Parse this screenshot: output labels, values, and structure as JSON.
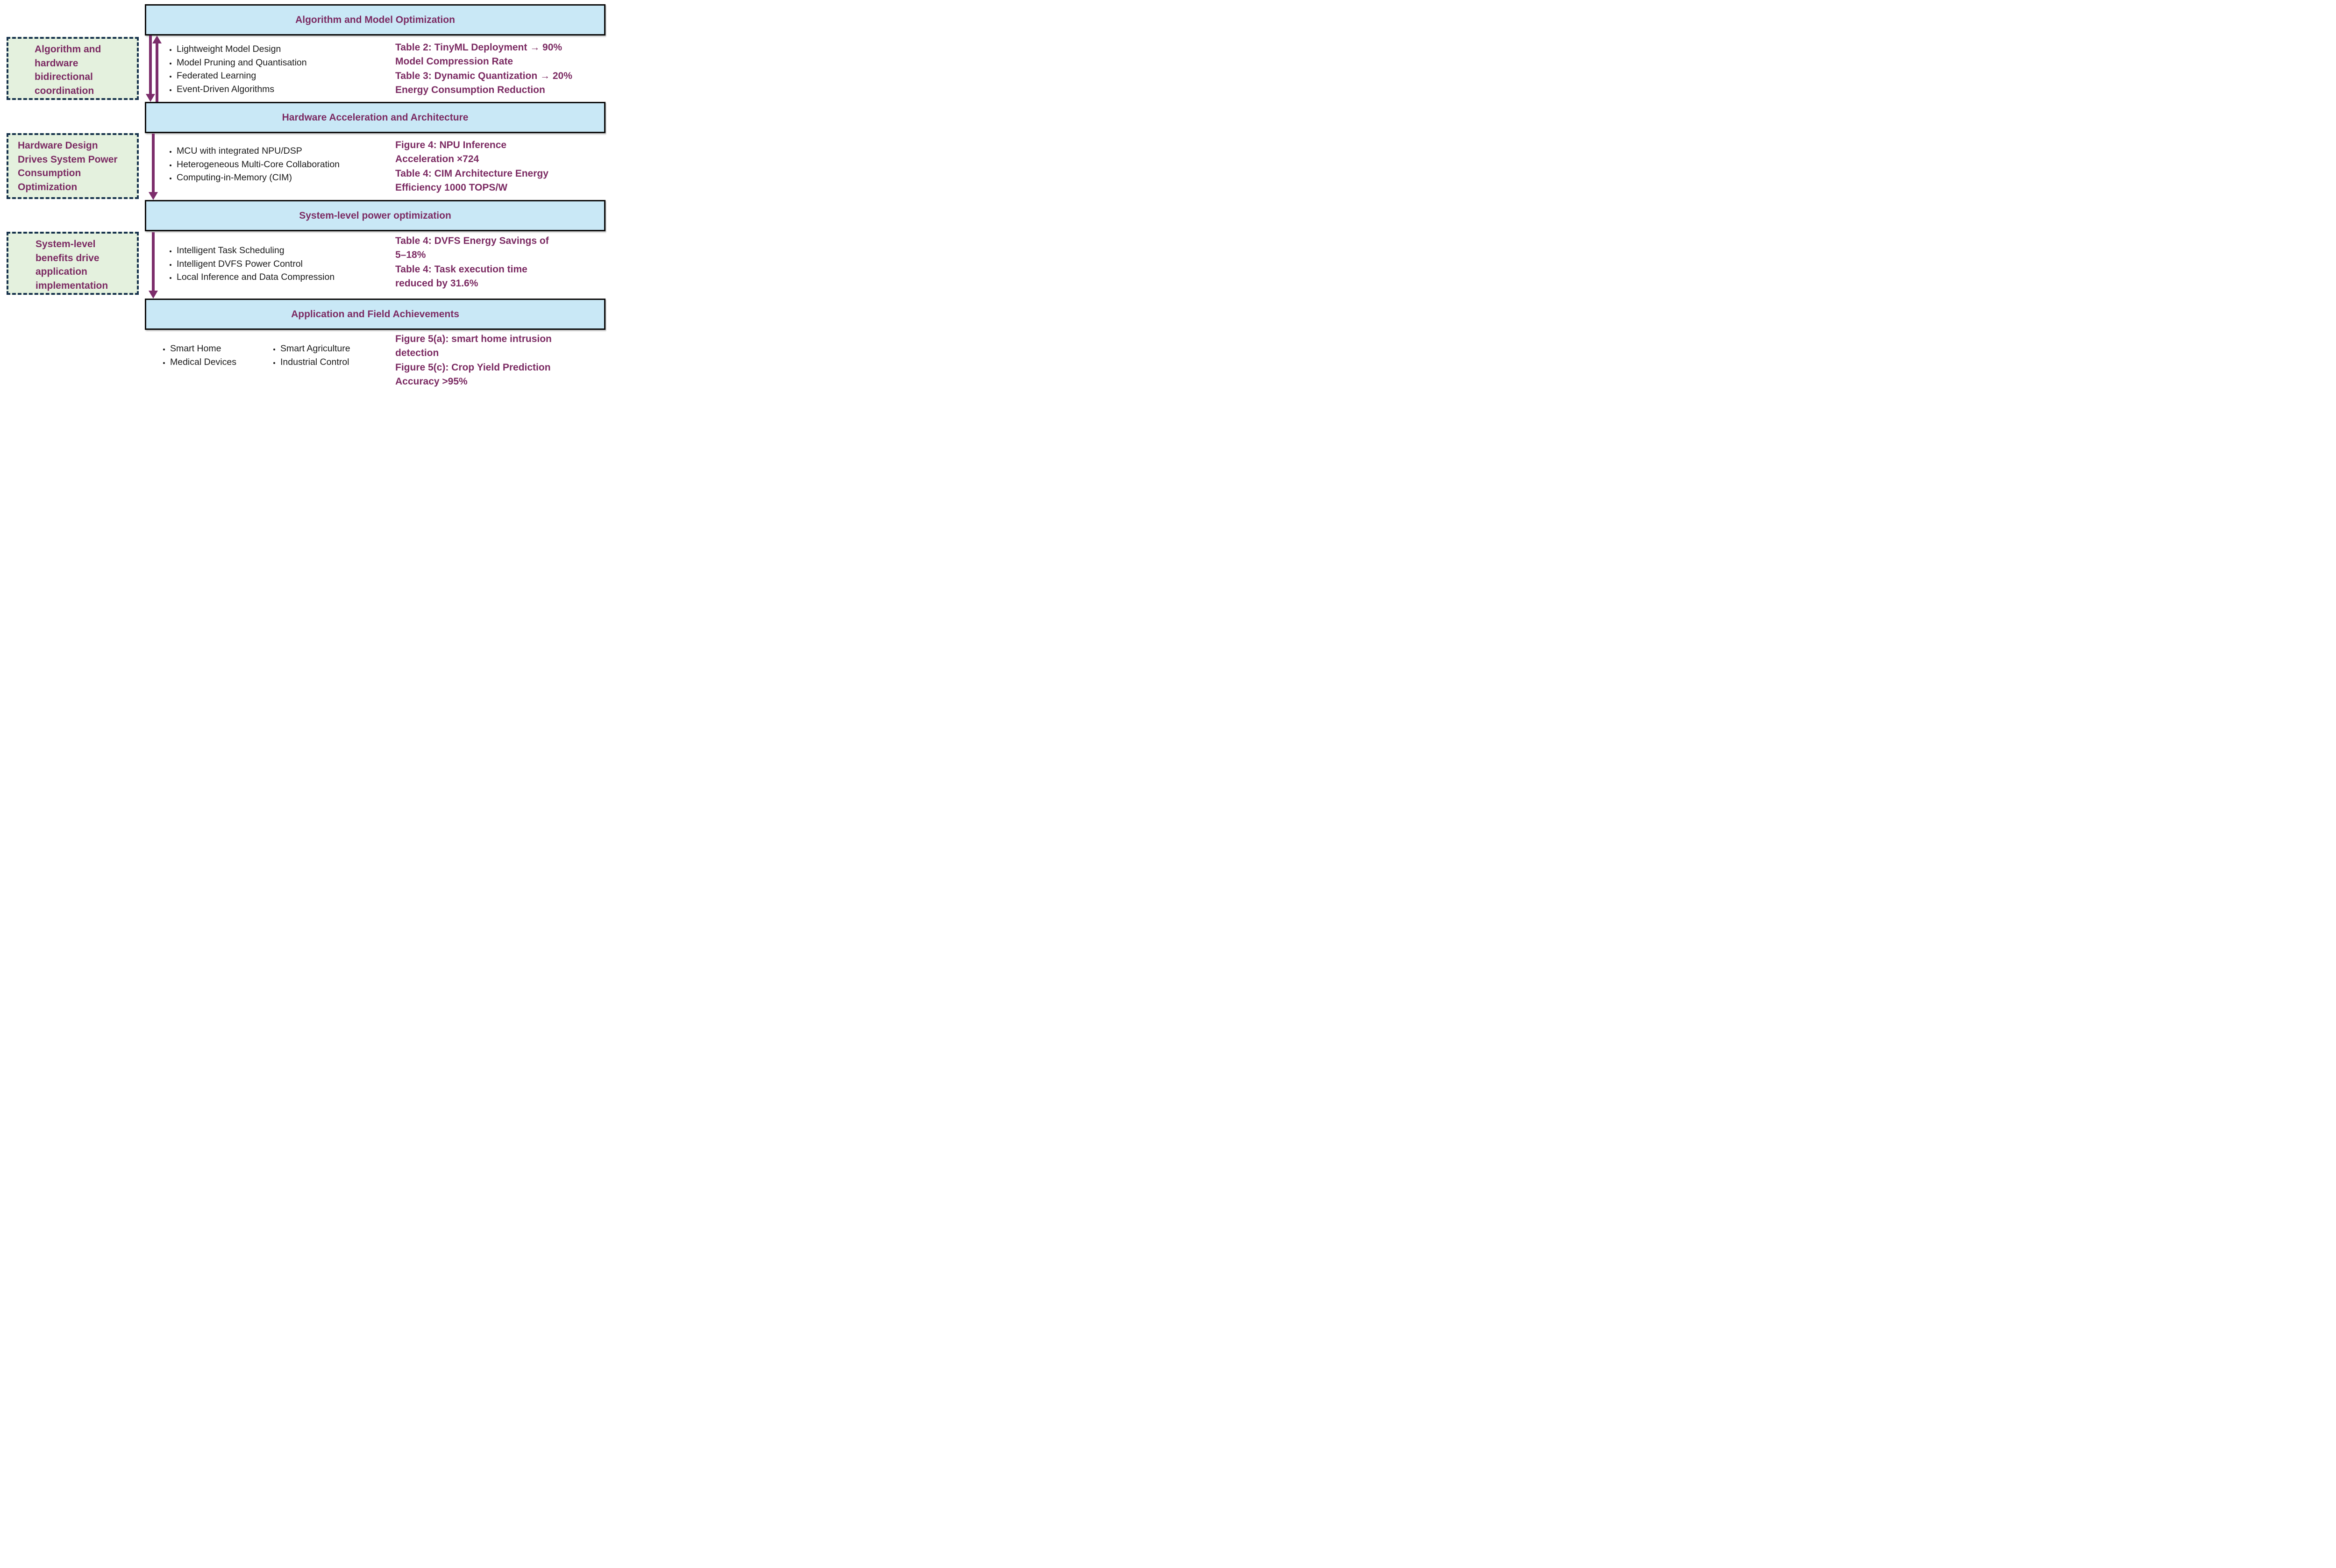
{
  "colors": {
    "header_bg": "#C9E8F6",
    "header_border": "#0A0A0A",
    "green_note_bg": "#E4F1DE",
    "green_note_border": "#17334D",
    "purple_text": "#7B2A62",
    "arrow": "#7C2D6B",
    "bullet_text": "#1A1A1A"
  },
  "headers": [
    "Algorithm and Model Optimization",
    "Hardware Acceleration and Architecture",
    "System-level power optimization",
    "Application and Field Achievements"
  ],
  "side_notes": [
    "Algorithm and\nhardware\nbidirectional\ncoordination",
    "Hardware Design\nDrives System Power\nConsumption\nOptimization",
    "System-level\nbenefits drive\napplication\nimplementation"
  ],
  "sections": [
    {
      "bullets": [
        "Lightweight Model Design",
        "Model Pruning and Quantisation",
        "Federated Learning",
        "Event-Driven Algorithms"
      ]
    },
    {
      "bullets": [
        "MCU with integrated NPU/DSP",
        "Heterogeneous Multi-Core Collaboration",
        "Computing-in-Memory (CIM)"
      ]
    },
    {
      "bullets": [
        "Intelligent Task Scheduling",
        "Intelligent DVFS Power Control",
        "Local Inference and Data Compression"
      ]
    }
  ],
  "bottom": {
    "col1": [
      "Smart Home",
      "Medical Devices"
    ],
    "col2": [
      "Smart Agriculture",
      "Industrial Control"
    ]
  },
  "highlights": [
    "Table 2: TinyML Deployment → 90%\nModel Compression Rate\nTable 3: Dynamic Quantization → 20%\nEnergy Consumption Reduction",
    "Figure 4: NPU Inference\nAcceleration ×724\nTable 4: CIM Architecture Energy\nEfficiency 1000 TOPS/W",
    "Table 4: DVFS Energy Savings of\n 5–18%\nTable 4: Task execution time\nreduced by 31.6%",
    "Figure 5(a): smart home intrusion\ndetection\nFigure 5(c): Crop Yield Prediction\nAccuracy >95%"
  ]
}
